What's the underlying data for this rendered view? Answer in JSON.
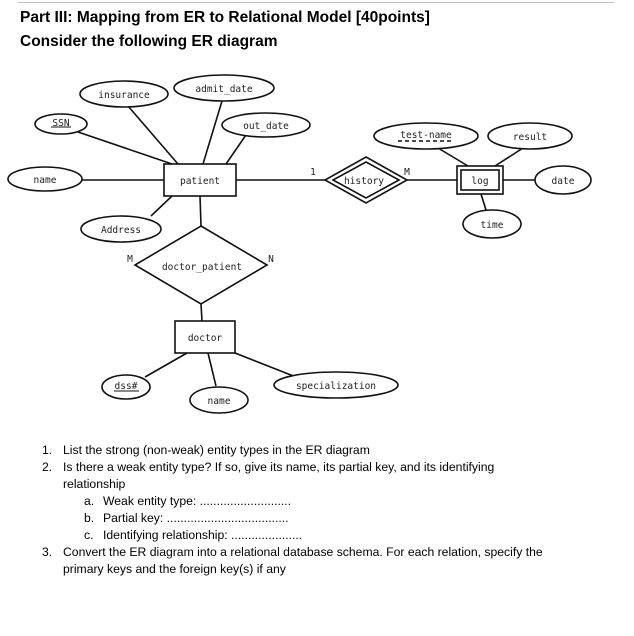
{
  "header": {
    "title": "Part III: Mapping from ER to Relational Model [40points]",
    "subtitle": "Consider the following ER diagram"
  },
  "diagram": {
    "entities": {
      "patient": "patient",
      "doctor": "doctor",
      "log": "log"
    },
    "relationships": {
      "history": "history",
      "doctor_patient": "doctor_patient"
    },
    "attributes": {
      "insurance": "insurance",
      "admit_date": "admit_date",
      "ssn": "SSN",
      "out_date": "out_date",
      "name": "name",
      "address": "Address",
      "test_name": "test-name",
      "result": "result",
      "date": "date",
      "time": "time",
      "dss": "dss#",
      "doctor_name": "name",
      "specialization": "specialization"
    },
    "cardinalities": {
      "history_patient": "1",
      "history_log": "M",
      "dp_patient": "M",
      "dp_doctor": "N"
    }
  },
  "questions": {
    "q1_num": "1.",
    "q1": "List the strong (non-weak) entity types in the ER diagram",
    "q2_num": "2.",
    "q2_line1": "Is there a weak entity type? If so, give its name, its partial key, and its identifying",
    "q2_line2": "relationship",
    "q2a_num": "a.",
    "q2a": "Weak entity type: ...........................",
    "q2b_num": "b.",
    "q2b": "Partial key: ....................................",
    "q2c_num": "c.",
    "q2c": "Identifying relationship: .....................",
    "q3_num": "3.",
    "q3_line1": "Convert the ER diagram into a relational database schema. For each relation, specify the",
    "q3_line2": "primary keys and the foreign key(s) if any"
  }
}
